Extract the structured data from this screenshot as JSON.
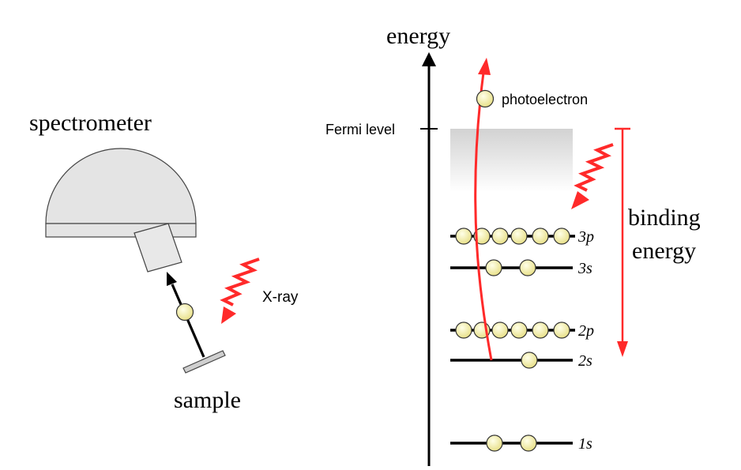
{
  "left": {
    "spectrometer_label": "spectrometer",
    "xray_label": "X-ray",
    "sample_label": "sample"
  },
  "right": {
    "energy_label": "energy",
    "fermi_label": "Fermi level",
    "photoelectron_label": "photoelectron",
    "binding_label_line1": "binding",
    "binding_label_line2": "energy"
  },
  "levels": [
    {
      "id": "3p",
      "label": "3p",
      "electron_count": 6
    },
    {
      "id": "3s",
      "label": "3s",
      "electron_count": 2
    },
    {
      "id": "2p",
      "label": "2p",
      "electron_count": 6
    },
    {
      "id": "2s",
      "label": "2s",
      "electron_count": 1
    },
    {
      "id": "1s",
      "label": "1s",
      "electron_count": 2
    }
  ],
  "colors": {
    "photon": "#ff2a2a",
    "electron_fill": "#f6f1a8",
    "electron_stroke": "#333333",
    "dome_fill": "#e4e4e4",
    "band_top": "#d2d2d2",
    "band_bottom": "#ffffff",
    "axis": "#000000"
  }
}
